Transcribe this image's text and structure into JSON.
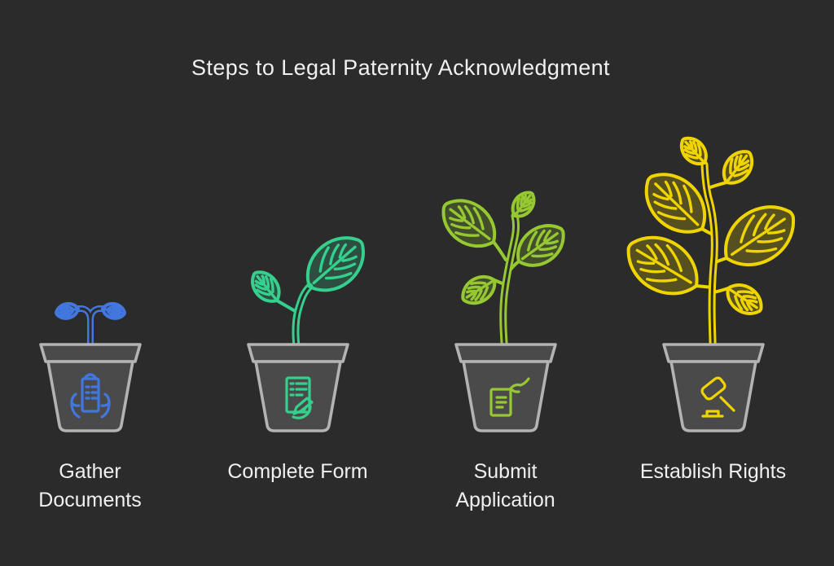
{
  "title": "Steps to Legal Paternity Acknowledgment",
  "colors": {
    "background": "#2b2b2b",
    "text": "#f0f0f0",
    "pot_fill": "#4a4a4a",
    "pot_stroke": "#b3b3b3"
  },
  "steps": [
    {
      "label": "Gather Documents",
      "color": "#4377e0",
      "plant_stage": "seedling-two-small-leaves",
      "icon": "hands-holding-document-icon"
    },
    {
      "label": "Complete Form",
      "color": "#35cf8e",
      "plant_stage": "sprout-two-leaves",
      "icon": "form-signing-icon"
    },
    {
      "label": "Submit Application",
      "color": "#96c832",
      "plant_stage": "young-plant-four-leaves",
      "icon": "submit-document-icon"
    },
    {
      "label": "Establish Rights",
      "color": "#f0d400",
      "plant_stage": "mature-plant-six-leaves",
      "icon": "gavel-icon"
    }
  ]
}
